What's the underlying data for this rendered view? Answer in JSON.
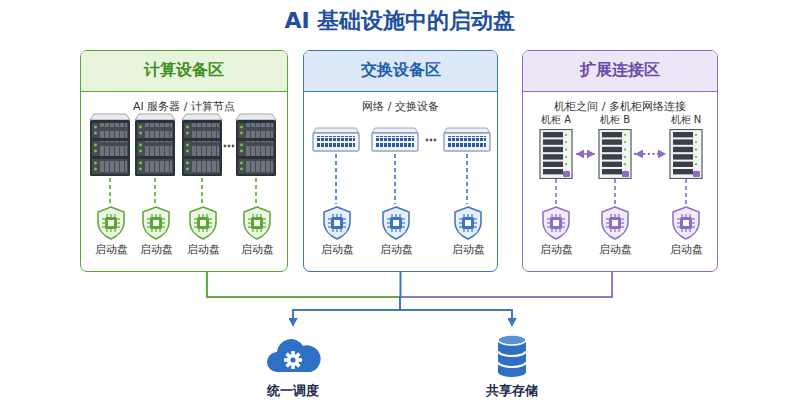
{
  "diagram": {
    "title": "AI 基础设施中的启动盘",
    "nodes": [
      {
        "text": [
          "计算设备区",
          "AI 服务器 / 计算节点"
        ]
      },
      {
        "text": [
          "启动盘"
        ],
        "in": 0
      },
      {
        "text": [
          "启动盘"
        ],
        "in": 0
      },
      {
        "text": [
          "启动盘"
        ],
        "in": 0
      },
      {
        "text": [
          "启动盘"
        ],
        "in": 0
      },
      {
        "text": [
          "交换设备区",
          "网络 / 交换设备"
        ]
      },
      {
        "text": [
          "启动盘"
        ],
        "in": 5
      },
      {
        "text": [
          "启动盘"
        ],
        "in": 5
      },
      {
        "text": [
          "启动盘"
        ],
        "in": 5
      },
      {
        "text": [
          "扩展连接区",
          "机柜之间 / 多机柜网络连接"
        ]
      },
      {
        "text": [
          "机柜 A"
        ],
        "in": 9
      },
      {
        "text": [
          "机柜 B"
        ],
        "in": 9
      },
      {
        "text": [
          "机柜 N"
        ],
        "in": 9
      },
      {
        "text": [
          "启动盘"
        ],
        "in": 9
      },
      {
        "text": [
          "启动盘"
        ],
        "in": 9
      },
      {
        "text": [
          "启动盘"
        ],
        "in": 9
      },
      {
        "text": [
          "统一调度"
        ]
      },
      {
        "text": [
          "共享存储"
        ]
      }
    ],
    "edges": [
      {
        "from": 10,
        "to": 11,
        "arrow": "both"
      },
      {
        "from": 11,
        "to": 12,
        "arrow": "both"
      },
      {
        "from": 10,
        "to": 13,
        "arrow": "none"
      },
      {
        "from": 11,
        "to": 14,
        "arrow": "none"
      },
      {
        "from": 12,
        "to": 15,
        "arrow": "none"
      },
      {
        "from": 0,
        "to": 16,
        "arrow": "to"
      },
      {
        "from": 0,
        "to": 17,
        "arrow": "to"
      },
      {
        "from": 5,
        "to": 16,
        "arrow": "to"
      },
      {
        "from": 5,
        "to": 17,
        "arrow": "to"
      },
      {
        "from": 9,
        "to": 16,
        "arrow": "to"
      },
      {
        "from": 9,
        "to": 17,
        "arrow": "to"
      }
    ]
  }
}
